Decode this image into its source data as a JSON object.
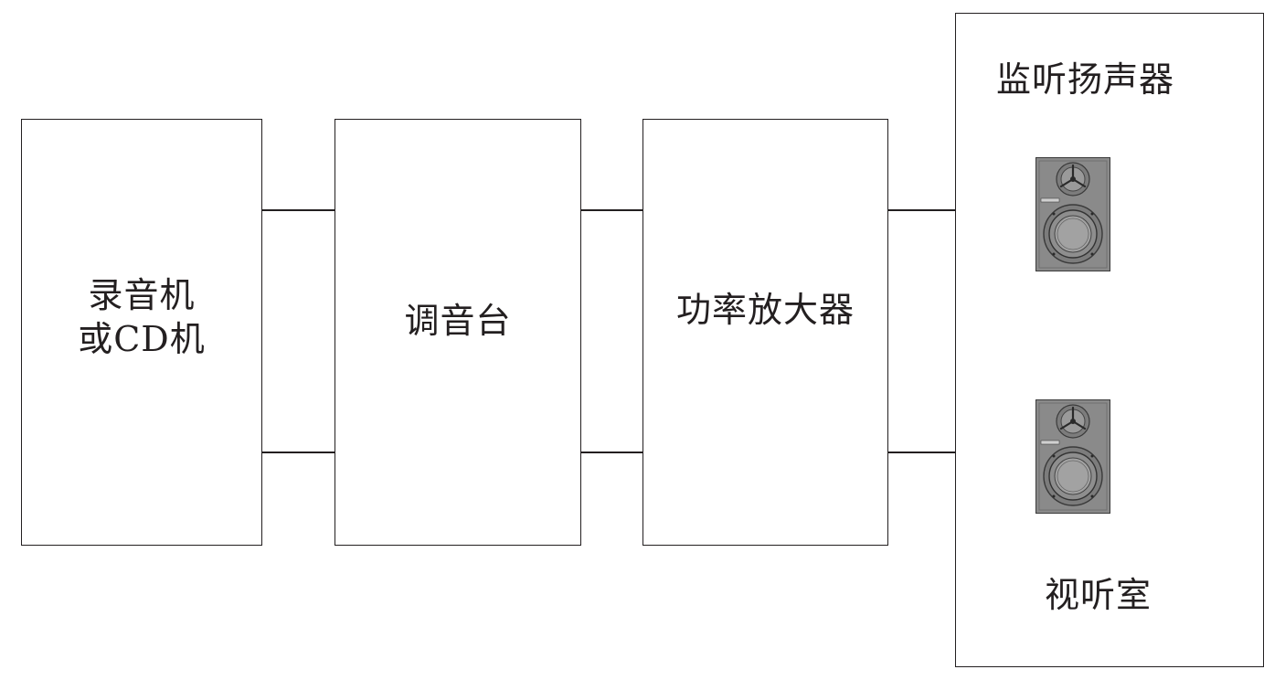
{
  "diagram": {
    "source_box": {
      "line1": "录音机",
      "line2": "或CD机"
    },
    "mixer_box": {
      "label": "调音台"
    },
    "amp_box": {
      "label": "功率放大器"
    },
    "room_box": {
      "top_label": "监听扬声器",
      "bottom_label": "视听室"
    },
    "speaker_icon": "monitor-speaker-icon",
    "colors": {
      "line": "#231f20",
      "speaker_body": "#8a8a8a",
      "speaker_dark": "#3a3a3a"
    }
  }
}
